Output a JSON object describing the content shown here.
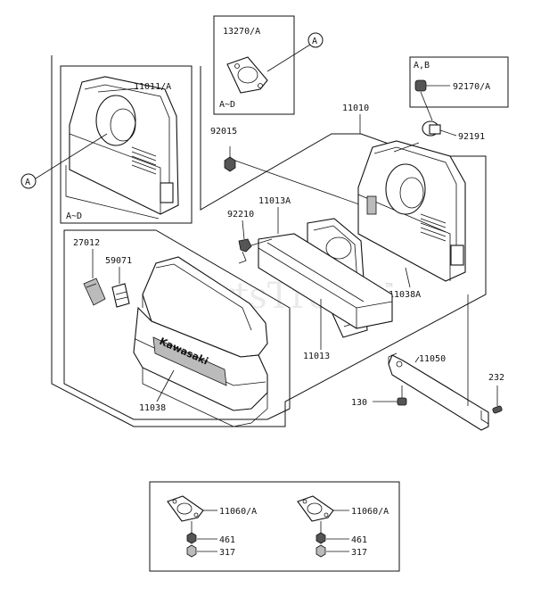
{
  "watermark": "PartsTree",
  "trademark": "TM",
  "brand": "Kawasaki",
  "callouts": {
    "a_top": "A",
    "a_left": "A",
    "p13270": "13270/A",
    "ad_top": "A~D",
    "ab": "A,B",
    "p92170": "92170/A",
    "p92191": "92191",
    "p11011": "11011/A",
    "ad_left": "A~D",
    "p92015": "92015",
    "p11010": "11010",
    "p11013A": "11013A",
    "p92210": "92210",
    "p27012": "27012",
    "p59071": "59071",
    "p11038A": "11038A",
    "p11013": "11013",
    "p11050": "11050",
    "p232": "232",
    "p130": "130",
    "p11038": "11038",
    "p11060a": "11060/A",
    "p461a": "461",
    "p317a": "317",
    "p11060b": "11060/A",
    "p461b": "461",
    "p317b": "317"
  }
}
